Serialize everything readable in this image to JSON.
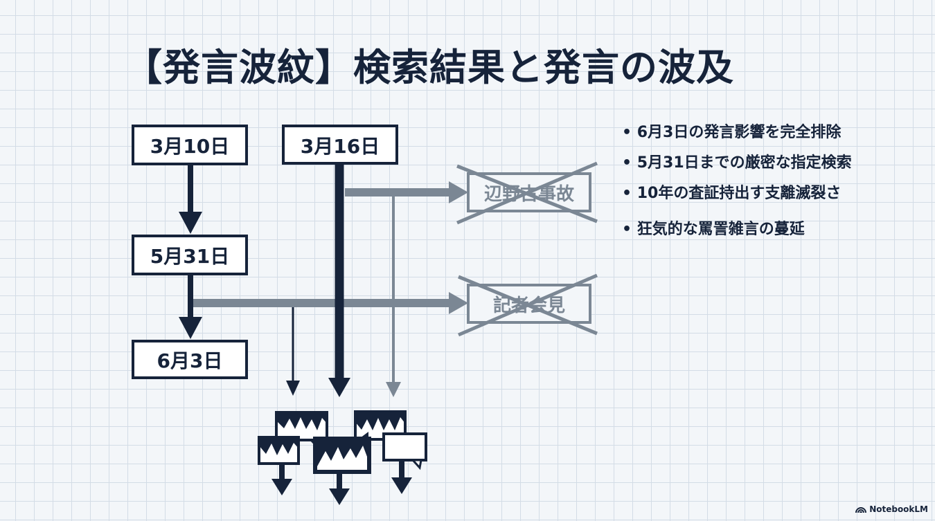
{
  "title": "【発言波紋】検索結果と発言の波及",
  "dates": {
    "d1": "3月10日",
    "d2": "5月31日",
    "d3": "6月3日",
    "d4": "3月16日"
  },
  "results": {
    "r1": "辺野古事故",
    "r2": "記者会見"
  },
  "bullets": [
    "6月3日の発言影響を完全排除",
    "5月31日までの厳密な指定検索",
    "10年の査証持出す支離滅裂さ",
    "狂気的な罵詈雑言の蔓延"
  ],
  "brand": "NotebookLM",
  "colors": {
    "navy": "#16233a",
    "gray": "#7b8794",
    "grid": "#d3dce6"
  }
}
